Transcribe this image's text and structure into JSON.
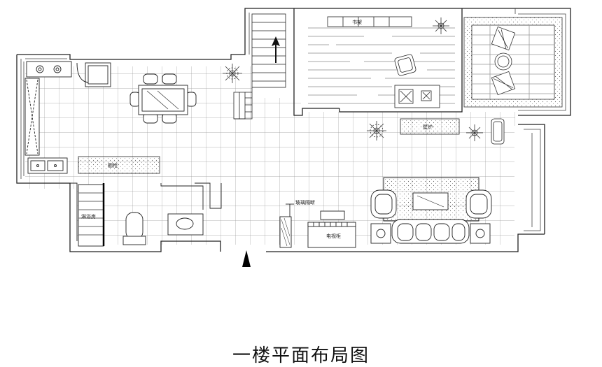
{
  "title": "一楼平面布局图",
  "labels": {
    "bookshelf": "书架",
    "fireplace": "壁炉",
    "cabinet": "橱柜",
    "shower": "淋浴房",
    "partition": "玻璃隔断",
    "tv_cabinet": "电视柜"
  },
  "icons": {
    "stair_arrow": "up-arrow-icon",
    "entry_arrow": "entry-arrow-icon"
  }
}
